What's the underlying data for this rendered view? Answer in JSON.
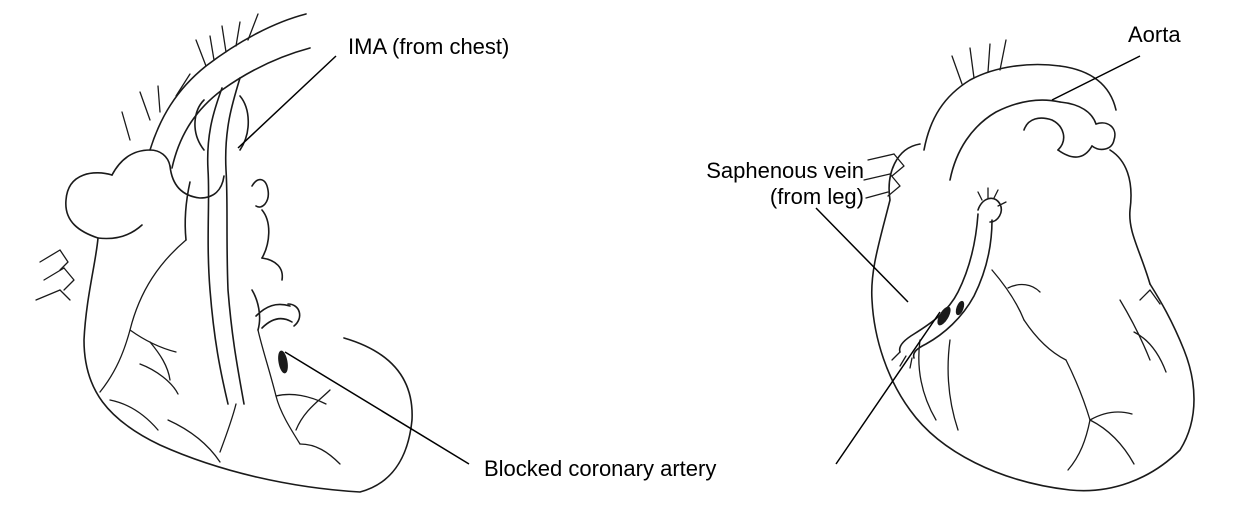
{
  "labels": {
    "ima": "IMA (from chest)",
    "blocked": "Blocked coronary artery",
    "aorta": "Aorta",
    "saphenous_line1": "Saphenous vein",
    "saphenous_line2": "(from leg)"
  }
}
